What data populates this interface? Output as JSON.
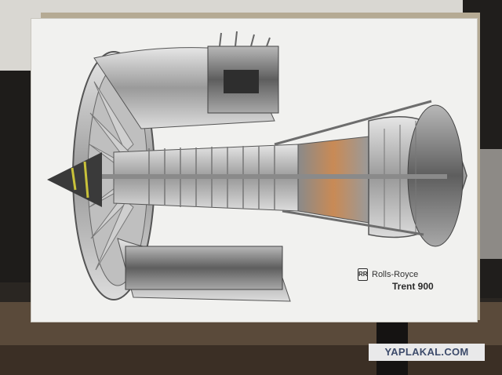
{
  "poster": {
    "brand_name": "Rolls-Royce",
    "badge_letters": "RR",
    "model_name": "Trent 900"
  },
  "watermark": {
    "text": "YAPLAKAL.COM"
  },
  "colors": {
    "poster_background": "#f1f1ef",
    "metal_light": "#d4d4d4",
    "metal_dark": "#6d6d6d",
    "spinner": "#3a3a3a",
    "spinner_stripe": "#c9c23a",
    "hot_section": "#c98a55"
  }
}
